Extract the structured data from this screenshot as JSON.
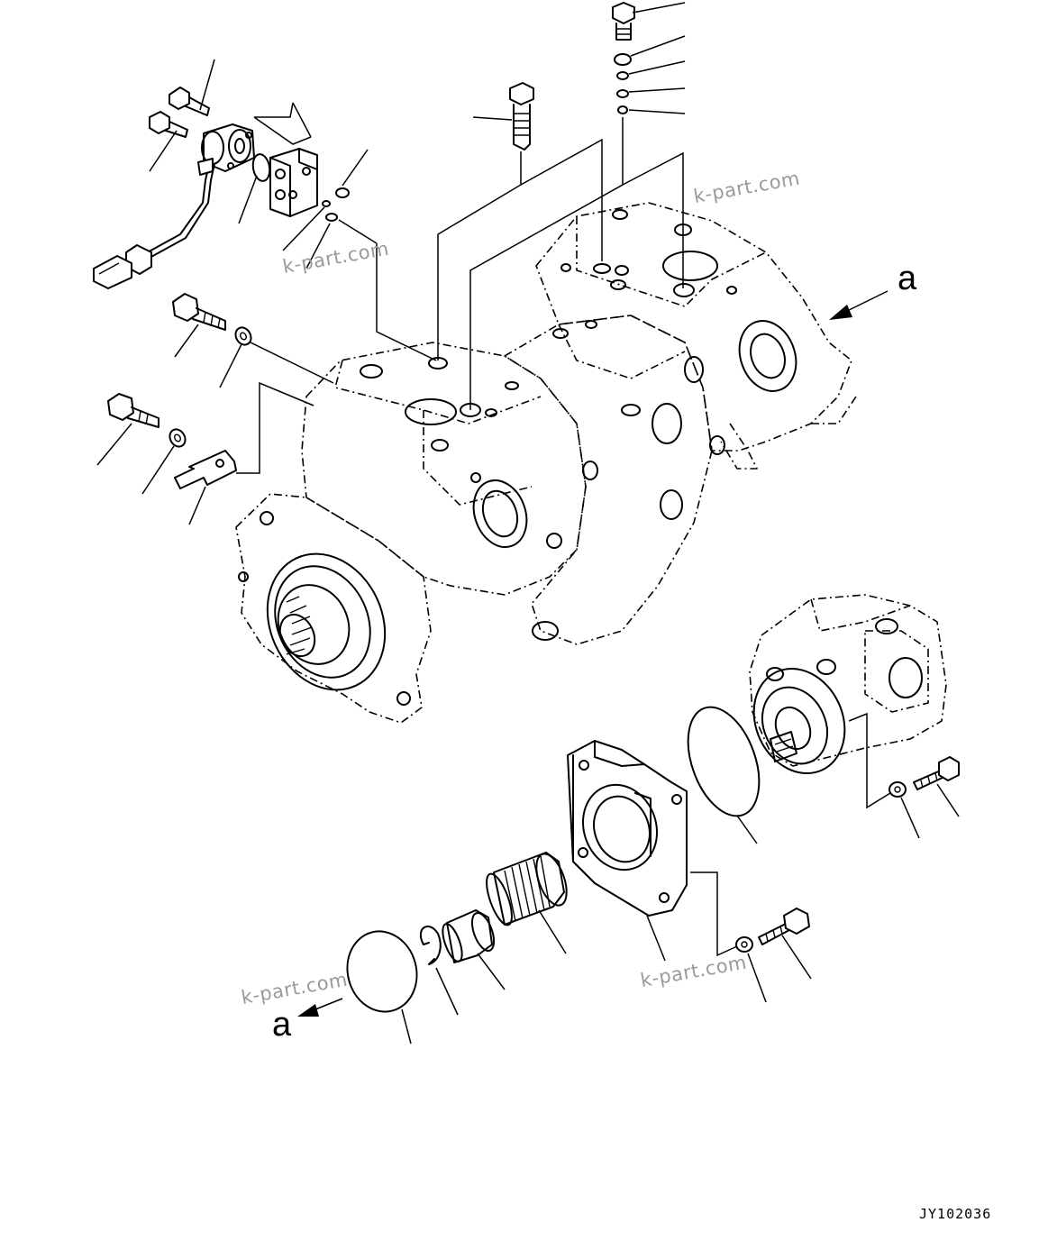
{
  "watermarks": [
    {
      "text": "k-part.com"
    },
    {
      "text": "k-part.com"
    },
    {
      "text": "k-part.com"
    },
    {
      "text": "k-part.com"
    }
  ],
  "view_marks": {
    "upper": "a",
    "lower": "a"
  },
  "drawing_code": "JY102036"
}
